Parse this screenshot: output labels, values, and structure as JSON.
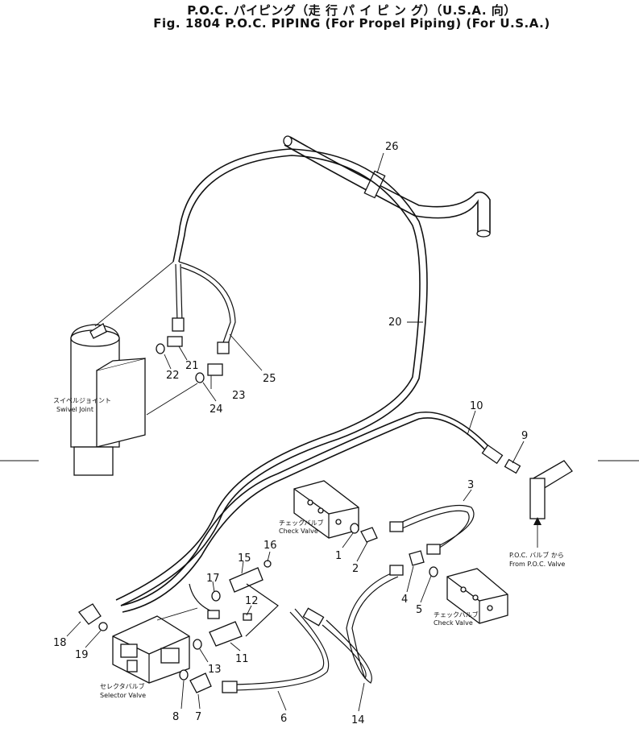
{
  "title": {
    "line1": "P.O.C. パイピング（走 行 パ イ ピ ン グ）（U.S.A. 向）",
    "line2": "Fig. 1804 P.O.C. PIPING (For Propel Piping) (For U.S.A.)"
  },
  "components": {
    "swivel_joint_jp": "スイベルジョイント",
    "swivel_joint_en": "Swivel Joint",
    "check_valve_jp": "チェックバルブ",
    "check_valve_en": "Check Valve",
    "check_valve2_jp": "チェックバルブ",
    "check_valve2_en": "Check Valve",
    "selector_valve_jp": "セレクタバルブ",
    "selector_valve_en": "Selector Valve",
    "poc_valve_jp": "P.O.C. バルブ から",
    "poc_valve_en": "From P.O.C. Valve"
  },
  "part_numbers": {
    "p1": "1",
    "p2": "2",
    "p3": "3",
    "p4": "4",
    "p5": "5",
    "p6": "6",
    "p7": "7",
    "p8": "8",
    "p9": "9",
    "p10": "10",
    "p11": "11",
    "p12": "12",
    "p13": "13",
    "p14": "14",
    "p15": "15",
    "p16": "16",
    "p17": "17",
    "p18": "18",
    "p19": "19",
    "p20": "20",
    "p21": "21",
    "p22": "22",
    "p23": "23",
    "p24": "24",
    "p25": "25",
    "p26": "26"
  }
}
